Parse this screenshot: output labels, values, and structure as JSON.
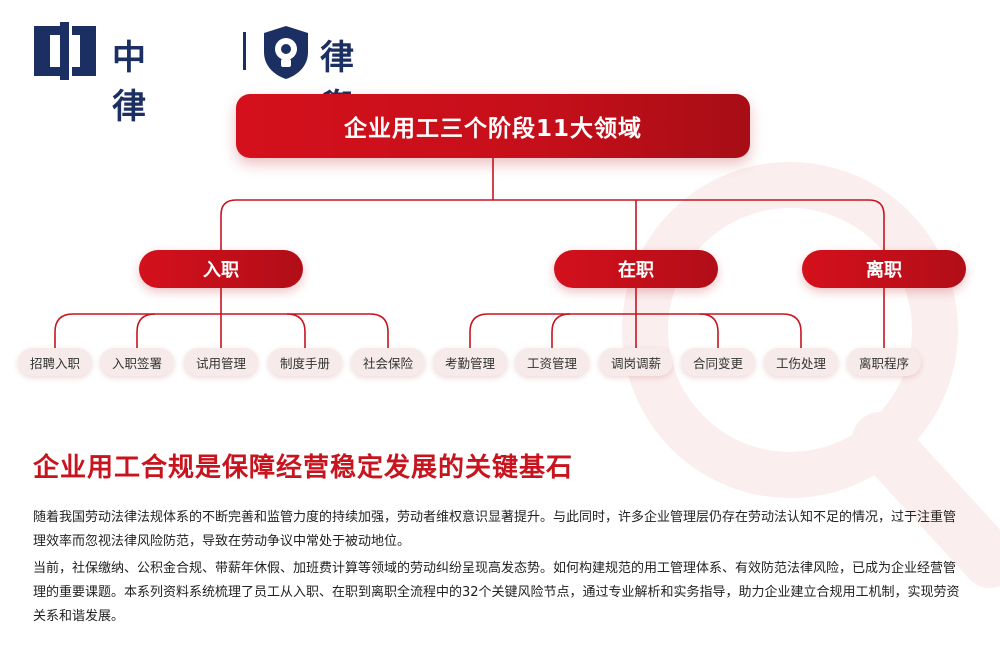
{
  "brand": {
    "logo1_text": "中律",
    "logo2_text": "律兜",
    "colors": {
      "navy": "#1c2f63",
      "red": "#c8141e",
      "leaf_bg": "#f6eaea"
    }
  },
  "diagram": {
    "root": "企业用工三个阶段11大领域",
    "stages": [
      {
        "label": "入职",
        "items": [
          "招聘入职",
          "入职签署",
          "试用管理",
          "制度手册",
          "社会保险"
        ]
      },
      {
        "label": "在职",
        "items": [
          "考勤管理",
          "工资管理",
          "调岗调薪",
          "合同变更",
          "工伤处理"
        ]
      },
      {
        "label": "离职",
        "items": [
          "离职程序"
        ]
      }
    ]
  },
  "article": {
    "heading": "企业用工合规是保障经营稳定发展的关键基石",
    "paragraph1": "随着我国劳动法律法规体系的不断完善和监管力度的持续加强，劳动者维权意识显著提升。与此同时，许多企业管理层仍存在劳动法认知不足的情况，过于注重管理效率而忽视法律风险防范，导致在劳动争议中常处于被动地位。",
    "paragraph2": "当前，社保缴纳、公积金合规、带薪年休假、加班费计算等领域的劳动纠纷呈现高发态势。如何构建规范的用工管理体系、有效防范法律风险，已成为企业经营管理的重要课题。本系列资料系统梳理了员工从入职、在职到离职全流程中的32个关键风险节点，通过专业解析和实务指导，助力企业建立合规用工机制，实现劳资关系和谐发展。"
  }
}
